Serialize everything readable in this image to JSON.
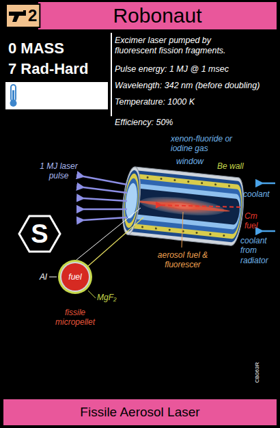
{
  "diagram": {
    "title": "Robonaut",
    "caption": "Fissile Aerosol Laser",
    "nodes": [
      {
        "text": [
          "2"
        ]
      },
      {
        "text": [
          "S"
        ]
      },
      {
        "text": [
          "fuel"
        ]
      }
    ],
    "labels": [
      "0 MASS",
      "7 Rad-Hard",
      "Excimer laser pumped by fluorescent fission fragments.",
      "Pulse energy: 1 MJ @ 1 msec",
      "Wavelength: 342 nm (before doubling)",
      "Temperature: 1000 K",
      "Efficiency: 50%",
      "xenon-fluoride or iodine gas",
      "window",
      "Be wall",
      "1 MJ laser pulse",
      "coolant",
      "Cm fuel",
      "aerosol fuel & fluorescer",
      "coolant from radiator",
      "Al",
      "MgF₂",
      "fissile micropellet",
      "CB063R"
    ]
  }
}
